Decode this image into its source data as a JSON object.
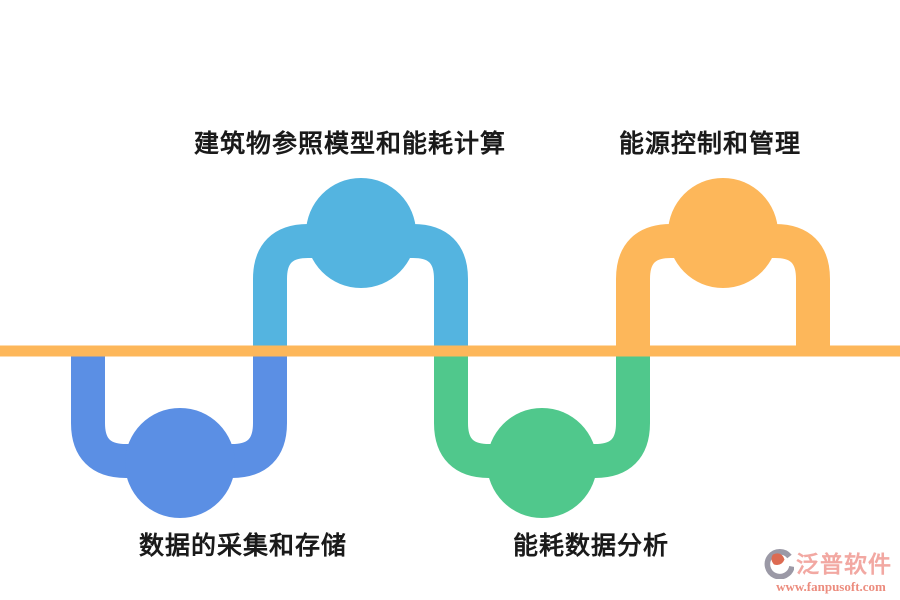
{
  "diagram": {
    "title_hint": "energy-management-flow-wave",
    "background_color": "#ffffff",
    "baseline_color": "#FDB75A",
    "steps": [
      {
        "label": "数据的采集和存储",
        "color": "#5B8FE4",
        "position": "below-line",
        "label_position": "bottom-left"
      },
      {
        "label": "建筑物参照模型和能耗计算",
        "color": "#54B4E0",
        "position": "above-line",
        "label_position": "top-left"
      },
      {
        "label": "能耗数据分析",
        "color": "#50C88C",
        "position": "below-line",
        "label_position": "bottom-right"
      },
      {
        "label": "能源控制和管理",
        "color": "#FDB75A",
        "position": "above-line",
        "label_position": "top-right"
      }
    ]
  },
  "watermark": {
    "brand": "泛普软件",
    "url": "www.fanpusoft.com",
    "brand_color": "#F2A8A2",
    "url_color": "#EC8C7E",
    "icon_swoosh_color": "#9B99A6",
    "icon_leaf_color": "#DD6B52"
  }
}
